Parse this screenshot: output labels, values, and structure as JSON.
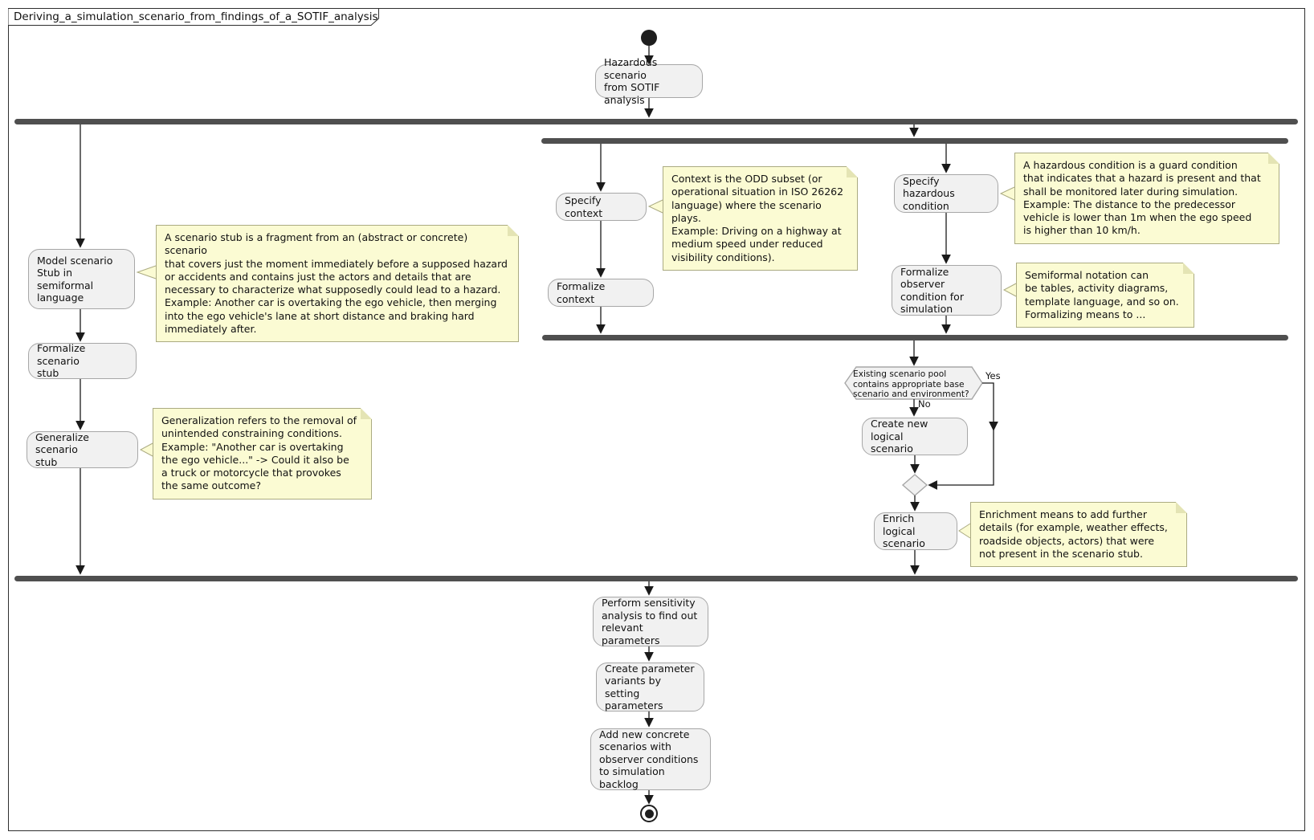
{
  "frame": {
    "title": "Deriving_a_simulation_scenario_from_findings_of_a_SOTIF_analysis"
  },
  "activities": {
    "hazardous_scenario": "Hazardous scenario\nfrom SOTIF analysis",
    "model_scenario_stub": "Model scenario\nStub in semiformal\nlanguage",
    "formalize_scenario_stub": "Formalize scenario\nstub",
    "generalize_scenario_stub": "Generalize scenario\nstub",
    "specify_context": "Specify context",
    "formalize_context": "Formalize context",
    "specify_hazardous_condition": "Specify hazardous\ncondition",
    "formalize_observer_condition": "Formalize observer\ncondition for\nsimulation",
    "create_new_logical_scenario": "Create new logical\nscenario",
    "enrich_logical_scenario": "Enrich logical\nscenario",
    "perform_sensitivity_analysis": "Perform sensitivity\nanalysis to find out\nrelevant parameters",
    "create_parameter_variants": "Create parameter\nvariants by setting\nparameters",
    "add_new_concrete_scenarios": "Add new concrete\nscenarios with\nobserver conditions\nto simulation backlog"
  },
  "decision": {
    "question": "Existing scenario pool\ncontains appropriate base\nscenario and environment?",
    "yes_label": "Yes",
    "no_label": "No"
  },
  "notes": {
    "scenario_stub": "A scenario stub is a fragment from an (abstract or concrete) scenario\nthat covers just the moment immediately before a supposed hazard\nor accidents and contains just the actors and details that are\nnecessary to characterize what supposedly could lead to a hazard.\nExample: Another car is overtaking the ego vehicle, then merging\ninto the ego vehicle's lane at short distance and braking hard\nimmediately after.",
    "generalization": "Generalization refers to the removal of\nunintended constraining conditions.\nExample: \"Another car is overtaking\nthe ego vehicle...\" -> Could it also be\na truck or motorcycle that provokes\nthe same outcome?",
    "context": "Context is the ODD subset (or\noperational situation in ISO 26262\nlanguage) where the scenario plays.\nExample: Driving on a highway at\nmedium speed under reduced\nvisibility conditions).",
    "hazardous_condition": "A hazardous condition is a guard condition\nthat indicates that a hazard is present and that\nshall be monitored later during simulation.\nExample: The distance to the predecessor\nvehicle is lower than 1m when the ego speed\nis higher than 10 km/h.",
    "semiformal_notation": "Semiformal notation can\nbe tables, activity diagrams,\ntemplate language, and so on.\nFormalizing means to ...",
    "enrichment": "Enrichment means to add further\ndetails (for example, weather effects,\nroadside objects, actors) that were\nnot present in the scenario stub."
  },
  "colors": {
    "activity_fill": "#f1f1f1",
    "activity_border": "#a7a7a7",
    "note_fill": "#fbfbd3",
    "note_border": "#abab82",
    "bar_fill": "#4f4f4f",
    "edge": "#1a1a1a"
  }
}
